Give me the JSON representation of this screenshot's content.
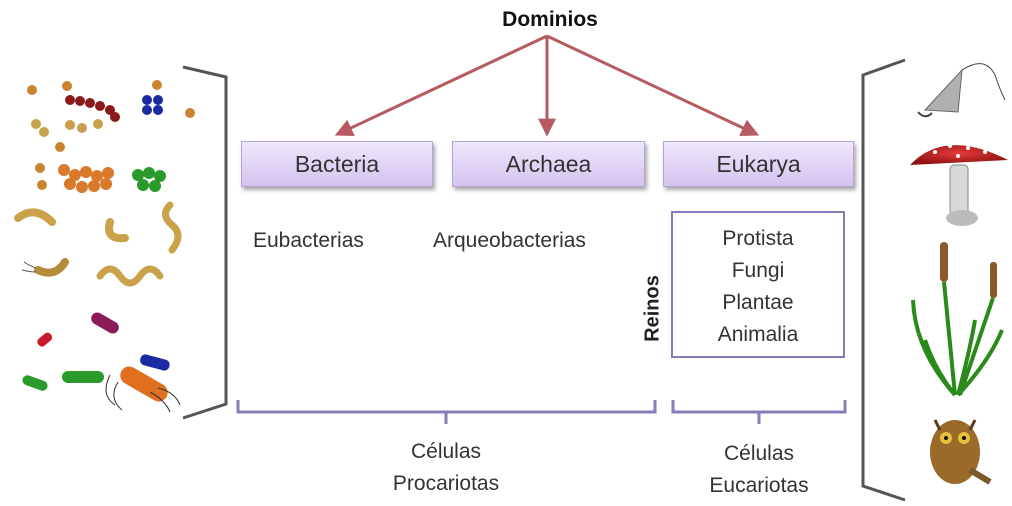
{
  "diagram": {
    "title": "Dominios",
    "domains": [
      {
        "label": "Bacteria"
      },
      {
        "label": "Archaea"
      },
      {
        "label": "Eukarya"
      }
    ],
    "descriptors": {
      "bacteria": "Eubacterias",
      "archaea": "Arqueobacterias"
    },
    "reinos": {
      "label": "Reinos",
      "items": [
        "Protista",
        "Fungi",
        "Plantae",
        "Animalia"
      ]
    },
    "groups": {
      "prokaryotes": {
        "line1": "Células",
        "line2": "Procariotas"
      },
      "eukaryotes": {
        "line1": "Células",
        "line2": "Eucariotas"
      }
    },
    "colors": {
      "arrow": "#b85a62",
      "box_fill": "#ddd0f2",
      "brace": "#8b7bb8",
      "side_bracket": "#555555"
    }
  }
}
